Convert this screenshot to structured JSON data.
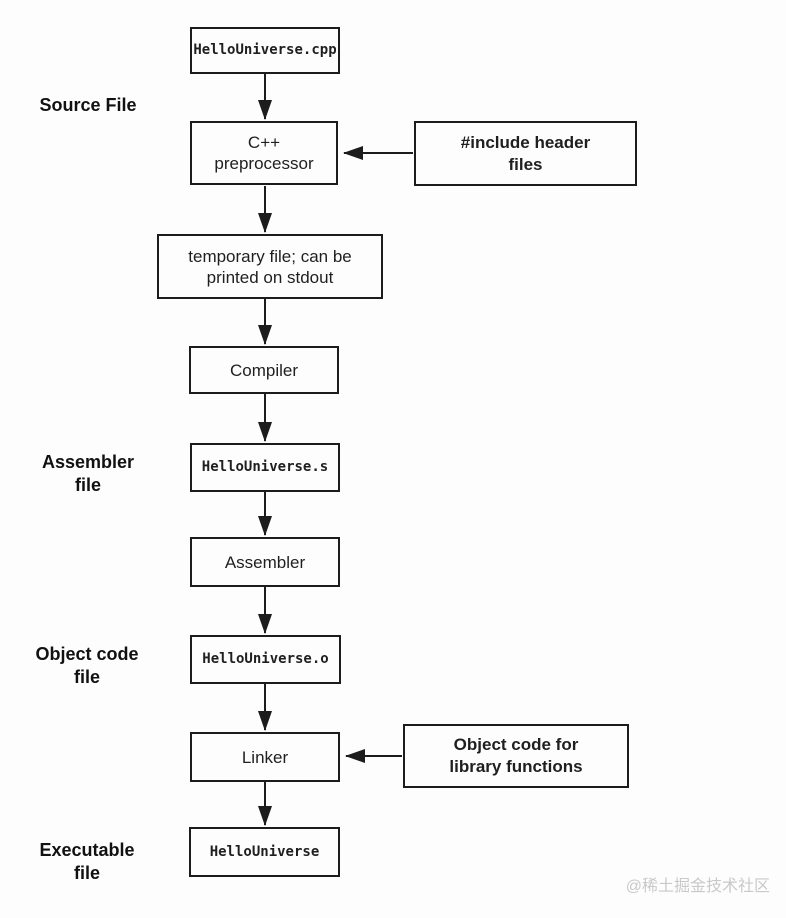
{
  "boxes": {
    "source": {
      "label": "HelloUniverse.cpp"
    },
    "preprocessor": {
      "line1": "C++",
      "line2": "preprocessor"
    },
    "tempfile": {
      "line1": "temporary file; can be",
      "line2": "printed on stdout"
    },
    "compiler": {
      "label": "Compiler"
    },
    "asmfile": {
      "label": "HelloUniverse.s"
    },
    "assembler": {
      "label": "Assembler"
    },
    "objfile": {
      "label": "HelloUniverse.o"
    },
    "linker": {
      "label": "Linker"
    },
    "executable": {
      "label": "HelloUniverse"
    }
  },
  "callouts": {
    "include": {
      "line1": "#include header",
      "line2": "files"
    },
    "objlib": {
      "line1": "Object code for",
      "line2": "library functions"
    }
  },
  "side_labels": {
    "source": {
      "line1": "Source File"
    },
    "assembler": {
      "line1": "Assembler",
      "line2": "file"
    },
    "object": {
      "line1": "Object code",
      "line2": "file"
    },
    "executable": {
      "line1": "Executable",
      "line2": "file"
    }
  },
  "watermark": {
    "text": "@稀土掘金技术社区"
  },
  "colors": {
    "border": "#1c1c1c",
    "text": "#1f1f1f",
    "bg": "#fdfdfd",
    "wm": "#c9c9c9"
  }
}
